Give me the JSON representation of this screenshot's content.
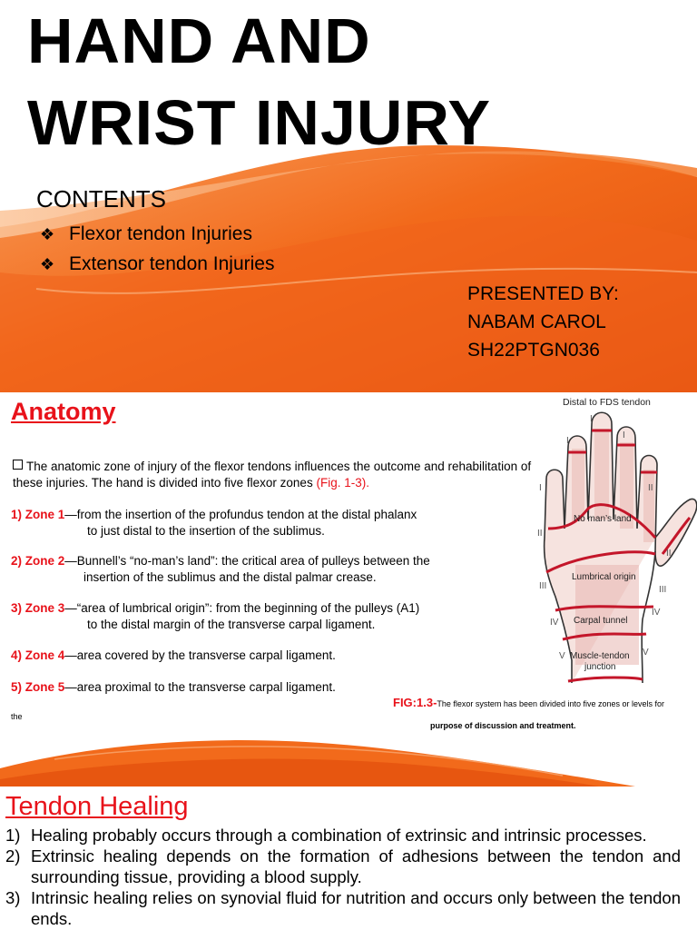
{
  "slide1": {
    "title_line1": "HAND AND",
    "title_line2": "WRIST INJURY",
    "contents_heading": "CONTENTS",
    "contents_items": [
      "Flexor tendon Injuries",
      "Extensor tendon Injuries"
    ],
    "presented_by_label": "PRESENTED BY:",
    "presenter_name": "NABAM CAROL",
    "presenter_id": "SH22PTGN036",
    "colors": {
      "accent_orange": "#f26a1b",
      "accent_dark": "#e24e0c",
      "accent_light": "#f79a55"
    }
  },
  "slide2": {
    "heading": "Anatomy",
    "intro_text": "The anatomic zone of injury of the flexor tendons influences the outcome and rehabilitation of these injuries. The hand is divided into five flexor zones",
    "intro_ref": "(Fig. 1-3).",
    "zones": [
      {
        "number": "1)  Zone 1",
        "text": "—from the insertion of the profundus tendon at the distal phalanx",
        "cont": "to just distal to the insertion of the sublimus."
      },
      {
        "number": "2) Zone 2",
        "text": "—Bunnell’s “no-man’s land”: the critical area of pulleys between the",
        "cont": "insertion of the sublimus and the distal palmar crease."
      },
      {
        "number": "3) Zone 3",
        "text": "—“area of lumbrical origin”: from the beginning of the pulleys (A1)",
        "cont": "to the distal margin of the transverse carpal ligament."
      },
      {
        "number": "4) Zone 4",
        "text": "—area covered by the transverse carpal ligament.",
        "cont": ""
      },
      {
        "number": "5) Zone 5",
        "text": "—area proximal to the transverse carpal ligament.",
        "cont": ""
      }
    ],
    "fig_label": "FIG:1.3-",
    "fig_caption": "The flexor system has been divided into five zones or levels for",
    "fig_caption_cont": "purpose of discussion and treatment.",
    "stray_word": "the",
    "figure_labels": {
      "top": "Distal to FDS tendon",
      "no_mans_land": "No man’s land",
      "lumbrical": "Lumbrical origin",
      "carpal": "Carpal tunnel",
      "muscle_line1": "Muscle-tendon",
      "muscle_line2": "junction",
      "roman_I": "I",
      "roman_II": "II",
      "roman_III": "III",
      "roman_IV": "IV",
      "roman_V": "V"
    }
  },
  "slide3": {
    "heading": "Tendon Healing",
    "items": [
      {
        "n": "1)",
        "text": "Healing probably occurs through a combination of extrinsic and intrinsic processes."
      },
      {
        "n": "2)",
        "text": "Extrinsic healing depends on the formation of adhesions between the tendon and surrounding tissue, providing a blood supply."
      },
      {
        "n": "3)",
        "text": "Intrinsic healing relies on synovial fluid for nutrition and occurs only between the tendon ends."
      }
    ]
  }
}
